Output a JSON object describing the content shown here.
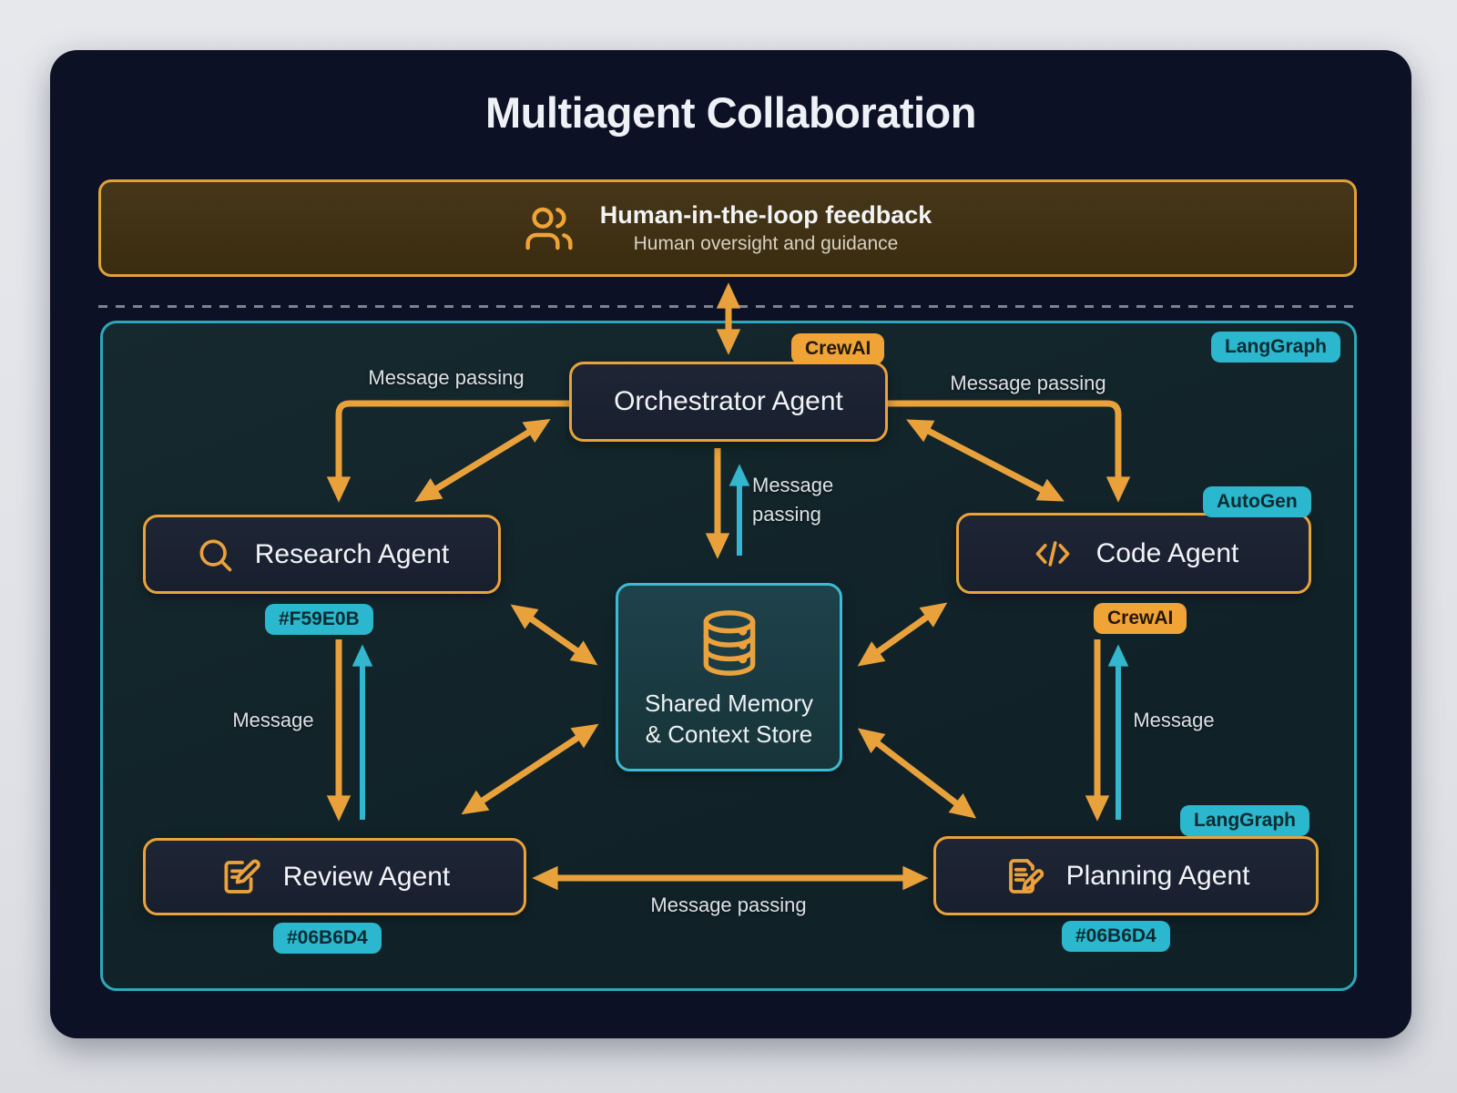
{
  "title": "Multiagent Collaboration",
  "colors": {
    "accent_orange": "#F59E0B",
    "accent_teal": "#06B6D4",
    "card_background": "#0D1126",
    "arrow_orange": "#E9A23B",
    "arrow_teal": "#33B6CE"
  },
  "human_feedback": {
    "title": "Human-in-the-loop feedback",
    "subtitle": "Human oversight and guidance",
    "icon": "users-icon"
  },
  "container": {
    "framework_badge": "LangGraph"
  },
  "agents": {
    "orchestrator": {
      "label": "Orchestrator Agent",
      "badge": "CrewAI"
    },
    "research": {
      "label": "Research Agent",
      "icon": "search-icon",
      "color_badge": "#F59E0B"
    },
    "code": {
      "label": "Code Agent",
      "icon": "code-icon",
      "framework_badge": "AutoGen",
      "badge": "CrewAI"
    },
    "review": {
      "label": "Review Agent",
      "icon": "note-pen-icon",
      "color_badge": "#06B6D4"
    },
    "planning": {
      "label": "Planning Agent",
      "icon": "file-pen-icon",
      "framework_badge": "LangGraph",
      "color_badge": "#06B6D4"
    }
  },
  "shared_store": {
    "icon": "database-icon",
    "label_line1": "Shared Memory",
    "label_line2": "& Context Store"
  },
  "edge_labels": {
    "orchestrator_research": "Message passing",
    "orchestrator_code": "Message passing",
    "orchestrator_store_line1": "Message",
    "orchestrator_store_line2": "passing",
    "research_review": "Message",
    "code_planning": "Message",
    "review_planning": "Message passing"
  }
}
